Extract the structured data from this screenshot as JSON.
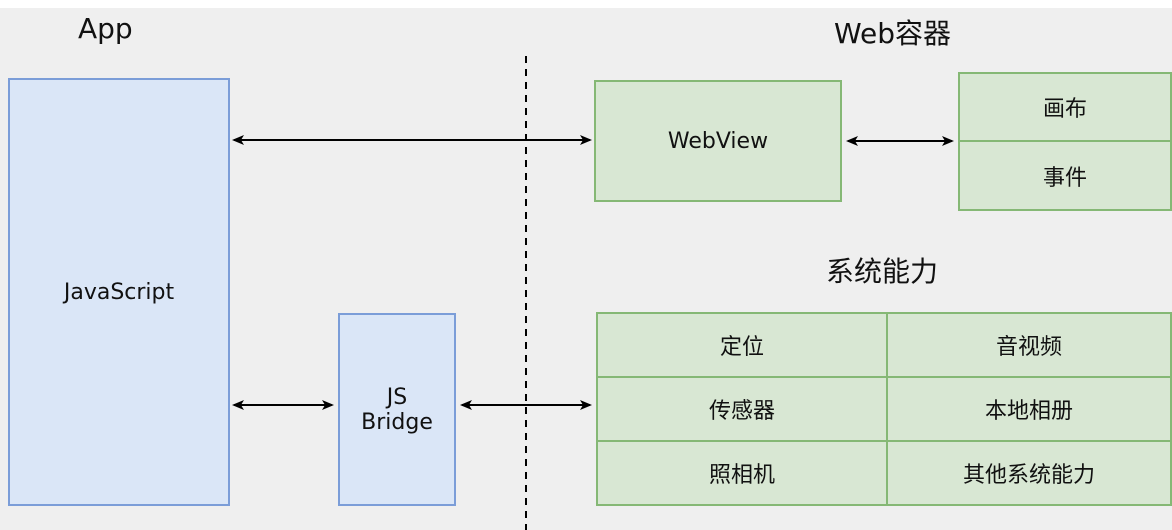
{
  "headings": {
    "app": "App",
    "web_container": "Web容器",
    "system_capabilities": "系统能力"
  },
  "boxes": {
    "javascript": "JavaScript",
    "js_bridge_line1": "JS",
    "js_bridge_line2": "Bridge",
    "webview": "WebView",
    "canvas": "画布",
    "events": "事件"
  },
  "capabilities": [
    [
      "定位",
      "音视频"
    ],
    [
      "传感器",
      "本地相册"
    ],
    [
      "照相机",
      "其他系统能力"
    ]
  ],
  "colors": {
    "blue_fill": "#dae6f7",
    "blue_stroke": "#7b9dd8",
    "green_fill": "#d8e7d3",
    "green_stroke": "#85b875",
    "background": "#efefef"
  }
}
